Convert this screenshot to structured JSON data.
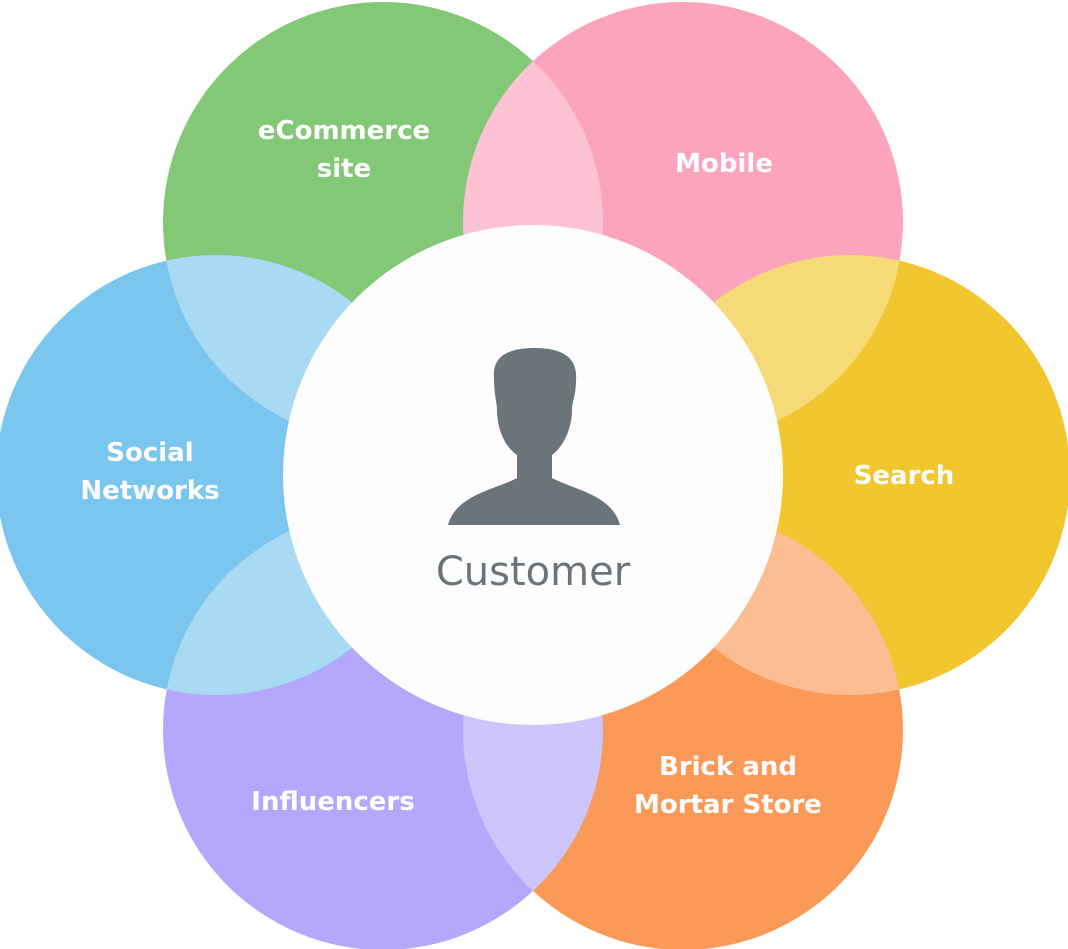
{
  "center": {
    "label": "Customer",
    "icon": "person-silhouette-icon",
    "color": "#6b7478"
  },
  "channels": [
    {
      "id": "ecommerce",
      "label": "eCommerce\nsite",
      "color": "#82c876"
    },
    {
      "id": "mobile",
      "label": "Mobile",
      "color": "#fca3bd"
    },
    {
      "id": "search",
      "label": "Search",
      "color": "#f2c62f"
    },
    {
      "id": "brick-and-mortar",
      "label": "Brick and\nMortar Store",
      "color": "#fb9a58"
    },
    {
      "id": "influencers",
      "label": "Influencers",
      "color": "#b3a8fb"
    },
    {
      "id": "social-networks",
      "label": "Social\nNetworks",
      "color": "#7bc6ef"
    }
  ]
}
